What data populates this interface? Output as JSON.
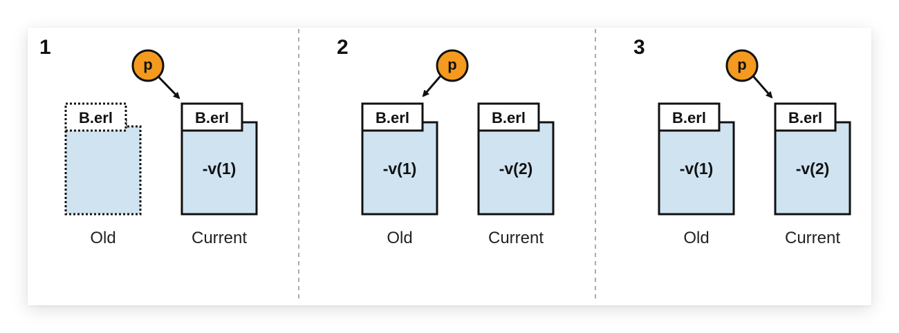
{
  "colors": {
    "file_fill": "#cfe3f1",
    "process_fill": "#f39a1f",
    "stroke": "#111111",
    "divider": "#aaaaaa"
  },
  "panels": [
    {
      "step": "1",
      "old": {
        "tab": "B.erl",
        "version": "",
        "caption": "Old",
        "state": "purged"
      },
      "current": {
        "tab": "B.erl",
        "version": "-v(1)",
        "caption": "Current"
      },
      "process": {
        "label": "p",
        "points_to": "current"
      }
    },
    {
      "step": "2",
      "old": {
        "tab": "B.erl",
        "version": "-v(1)",
        "caption": "Old",
        "state": "loaded"
      },
      "current": {
        "tab": "B.erl",
        "version": "-v(2)",
        "caption": "Current"
      },
      "process": {
        "label": "p",
        "points_to": "old"
      }
    },
    {
      "step": "3",
      "old": {
        "tab": "B.erl",
        "version": "-v(1)",
        "caption": "Old",
        "state": "loaded"
      },
      "current": {
        "tab": "B.erl",
        "version": "-v(2)",
        "caption": "Current"
      },
      "process": {
        "label": "p",
        "points_to": "current"
      }
    }
  ]
}
